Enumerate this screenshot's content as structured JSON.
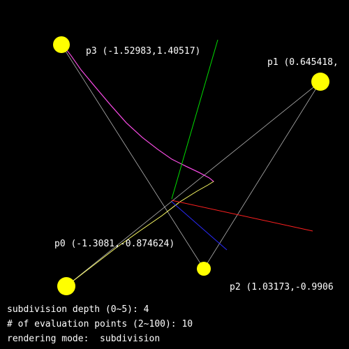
{
  "colors": {
    "background": "#000000",
    "control_point": "#ffff00",
    "control_polygon": "#b4b4b4",
    "curve_primary": "#ff33ff",
    "curve_secondary": "#ffff66",
    "tangent_axis": "#00dd00",
    "normal_axis": "#ff2020",
    "binormal_axis": "#2a2aff",
    "text": "#ffffff"
  },
  "control_points": [
    {
      "id": "p0",
      "label": "p0 (-1.3081,-0.874624)"
    },
    {
      "id": "p1",
      "label": "p1 (0.645418,"
    },
    {
      "id": "p2",
      "label": "p2 (1.03173,-0.9906"
    },
    {
      "id": "p3",
      "label": "p3 (-1.52983,1.40517)"
    }
  ],
  "hud": {
    "subdivision_depth": "subdivision depth (0~5): 4",
    "evaluation_points": "# of evaluation points (2~100): 10",
    "rendering_mode": "rendering mode:  subdivision"
  }
}
